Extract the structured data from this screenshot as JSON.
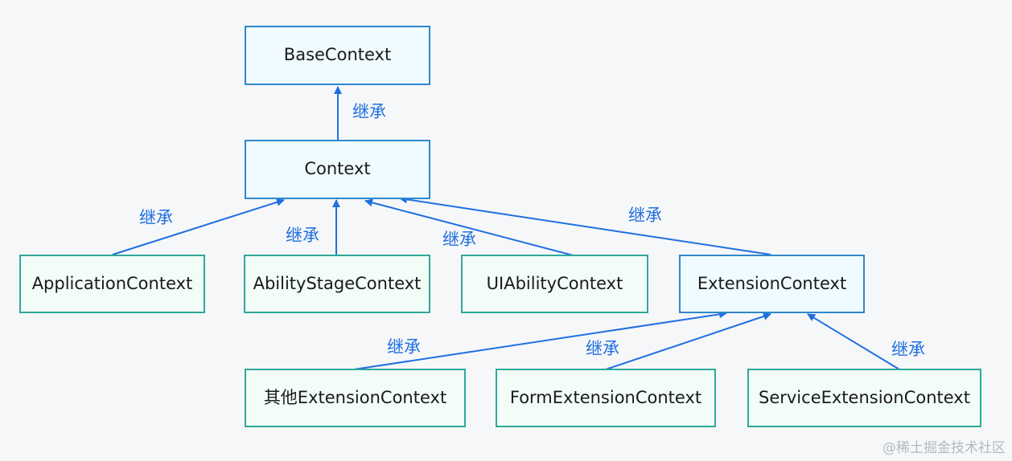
{
  "nodes": {
    "base_context": "BaseContext",
    "context": "Context",
    "application_context": "ApplicationContext",
    "ability_stage_context": "AbilityStageContext",
    "ui_ability_context": "UIAbilityContext",
    "extension_context": "ExtensionContext",
    "other_extension_context": "其他ExtensionContext",
    "form_extension_context": "FormExtensionContext",
    "service_extension_context": "ServiceExtensionContext"
  },
  "edges": {
    "context_to_base": "继承",
    "application_to_context": "继承",
    "ability_stage_to_context": "继承",
    "ui_ability_to_context": "继承",
    "extension_to_context": "继承",
    "other_extension_to_extension": "继承",
    "form_extension_to_extension": "继承",
    "service_extension_to_extension": "继承"
  },
  "watermark": "@稀土掘金技术社区",
  "colors": {
    "edge": "#1f6fe0",
    "node_blue_border": "#2f88cc",
    "node_green_border": "#2fa89a"
  }
}
